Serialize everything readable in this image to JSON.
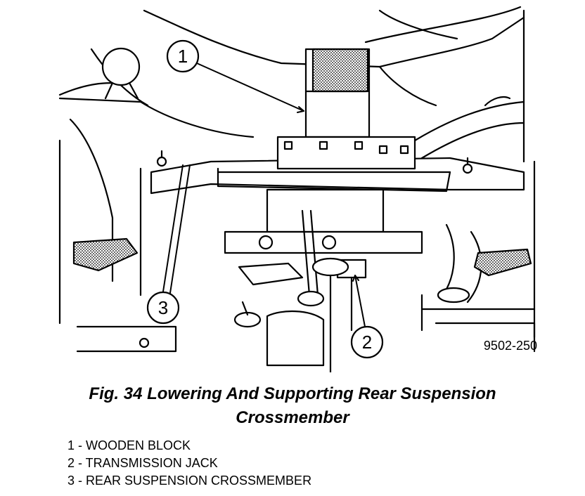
{
  "figure": {
    "callouts": [
      "1",
      "2",
      "3"
    ],
    "figure_number": "9502-250"
  },
  "caption": {
    "line1": "Fig. 34 Lowering And Supporting Rear Suspension",
    "line2": "Crossmember"
  },
  "legend": [
    "1 - WOODEN BLOCK",
    "2 - TRANSMISSION JACK",
    "3 - REAR SUSPENSION CROSSMEMBER"
  ]
}
